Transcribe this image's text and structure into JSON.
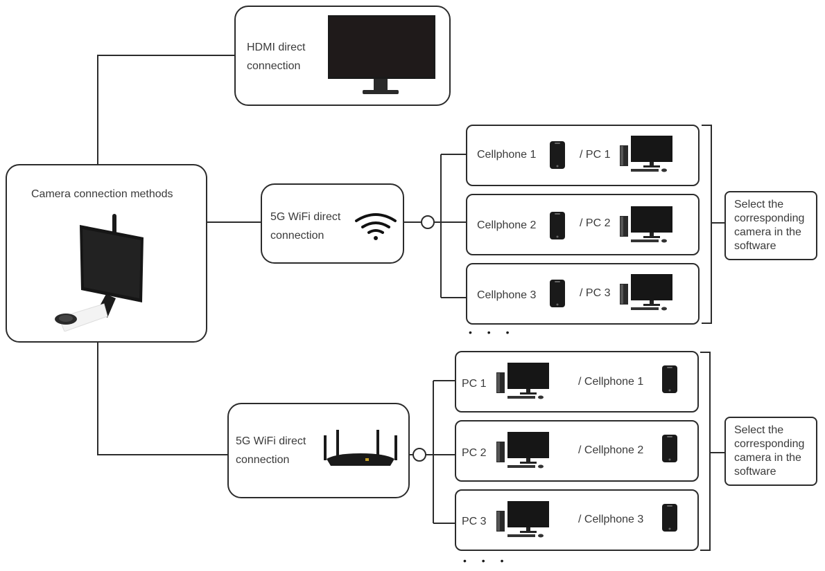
{
  "hub": {
    "title": "Camera connection methods",
    "image": "microscope-camera-with-monitor"
  },
  "hdmi": {
    "line1": "HDMI direct",
    "line2": "connection",
    "image": "monitor"
  },
  "wifi_direct": {
    "line1": "5G WiFi direct",
    "line2": "connection",
    "icon": "wifi-icon"
  },
  "wifi_router": {
    "line1": "5G WiFi direct",
    "line2": "connection",
    "image": "router"
  },
  "group1": {
    "items": [
      {
        "device": "Cellphone 1",
        "alt": "/ PC 1"
      },
      {
        "device": "Cellphone 2",
        "alt": "/ PC 2"
      },
      {
        "device": "Cellphone 3",
        "alt": "/ PC 3"
      }
    ],
    "more": "• • •",
    "note": [
      "Select the",
      "corresponding",
      "camera in the",
      "software"
    ]
  },
  "group2": {
    "items": [
      {
        "device": "PC 1",
        "alt": "/ Cellphone 1"
      },
      {
        "device": "PC 2",
        "alt": "/ Cellphone 2"
      },
      {
        "device": "PC 3",
        "alt": "/ Cellphone 3"
      }
    ],
    "more": "• • •",
    "note": [
      "Select the",
      "corresponding",
      "camera in the",
      "software"
    ]
  }
}
